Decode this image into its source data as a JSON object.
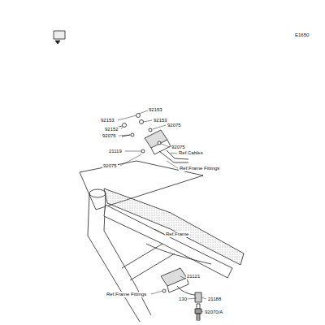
{
  "diagram": {
    "nodes": [],
    "edges": [],
    "labels": [
      "E1650",
      "92153",
      "92153",
      "92075",
      "92153",
      "92152",
      "92075",
      "92075",
      "21119",
      "Ref.Cables",
      "92075",
      "Ref.Frame Fittings",
      "Ref.Frame",
      "21121",
      "Ref.Frame Fittings",
      "130",
      "21188",
      "92070/A"
    ]
  }
}
